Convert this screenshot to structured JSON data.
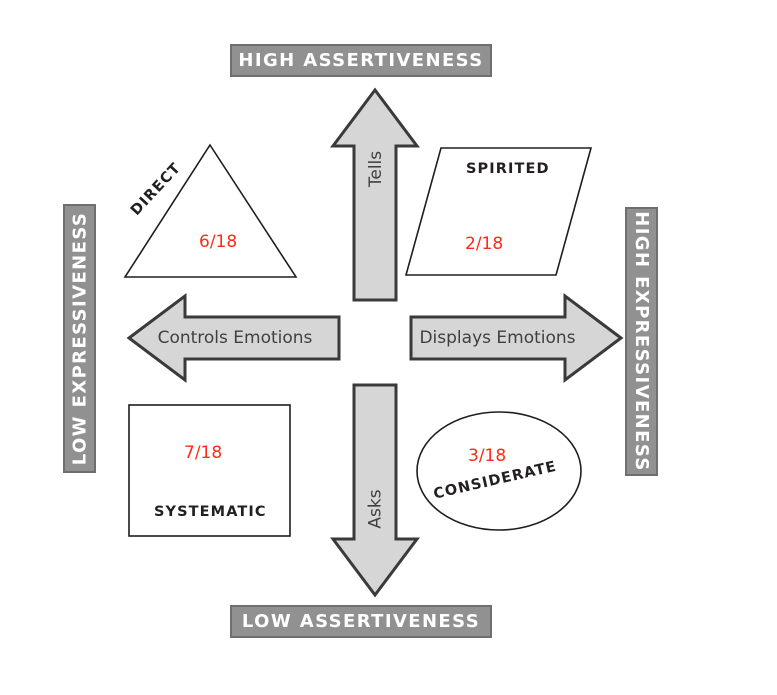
{
  "axes": {
    "top": {
      "label": "HIGH ASSERTIVENESS"
    },
    "bottom": {
      "label": "LOW ASSERTIVENESS"
    },
    "left": {
      "label": "LOW EXPRESSIVENESS"
    },
    "right": {
      "label": "HIGH EXPRESSIVENESS"
    }
  },
  "arrows": {
    "up": {
      "label": "Tells"
    },
    "down": {
      "label": "Asks"
    },
    "left": {
      "label": "Controls Emotions"
    },
    "right": {
      "label": "Displays Emotions"
    }
  },
  "quadrants": [
    {
      "name": "DIRECT",
      "score": "6/18",
      "shape": "triangle",
      "position": "top-left"
    },
    {
      "name": "SPIRITED",
      "score": "2/18",
      "shape": "parallelogram",
      "position": "top-right"
    },
    {
      "name": "SYSTEMATIC",
      "score": "7/18",
      "shape": "square",
      "position": "bottom-left"
    },
    {
      "name": "CONSIDERATE",
      "score": "3/18",
      "shape": "ellipse",
      "position": "bottom-right"
    }
  ],
  "colors": {
    "banner_fill": "#919191",
    "banner_border": "#6f6f6f",
    "banner_text": "#ffffff",
    "arrow_fill": "#d6d6d6",
    "arrow_stroke": "#3a3a3a",
    "shape_stroke": "#1e1e1e",
    "shape_fill": "#ffffff",
    "score_text": "#ff2a17",
    "label_text": "#231f20",
    "background": "#ffffff"
  }
}
